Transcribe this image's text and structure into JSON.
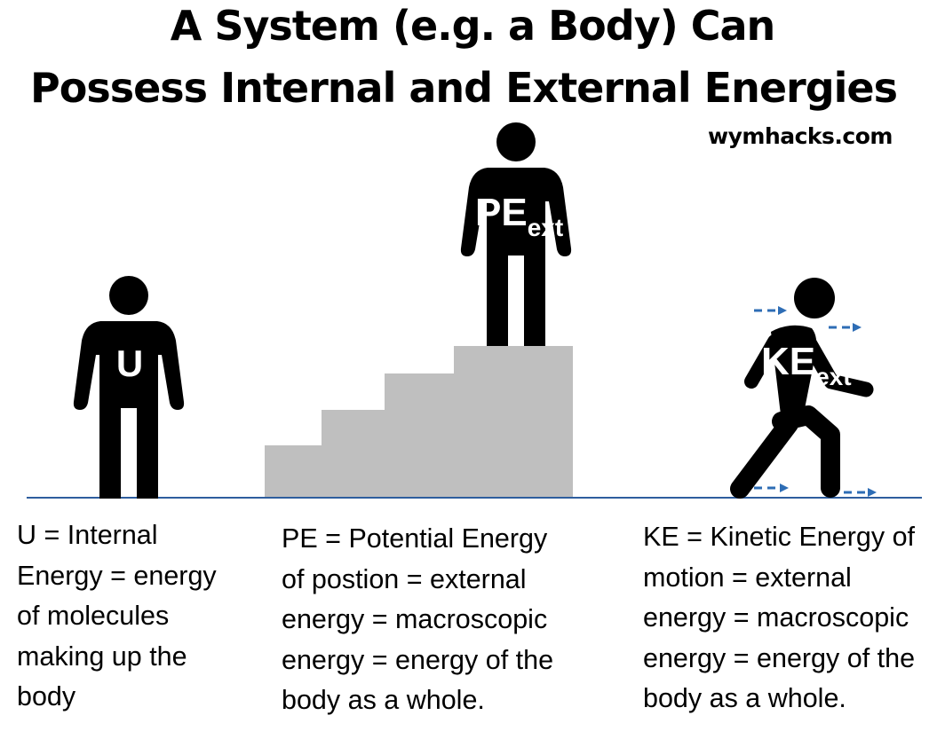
{
  "title": {
    "line1": "A System (e.g. a Body) Can",
    "line2": "Possess Internal and  External Energies"
  },
  "brand": "wymhacks.com",
  "figures": {
    "internal": {
      "symbol": "U"
    },
    "potential": {
      "symbol": "PE",
      "subscript": "ext"
    },
    "kinetic": {
      "symbol": "KE",
      "subscript": "ext"
    }
  },
  "descriptions": {
    "internal": "U = Internal\nEnergy = energy\nof molecules\nmaking up the\nbody",
    "potential": "PE = Potential Energy\nof postion = external\nenergy = macroscopic\nenergy  = energy of the\nbody as a whole.",
    "kinetic": "KE = Kinetic Energy of\nmotion = external\nenergy = macroscopic\nenergy  = energy of the\nbody as a whole."
  },
  "colors": {
    "figure": "#000000",
    "stairs": "#bfbfbf",
    "ground_line": "#2e5e9e",
    "motion_arrows": "#2e6db5"
  }
}
